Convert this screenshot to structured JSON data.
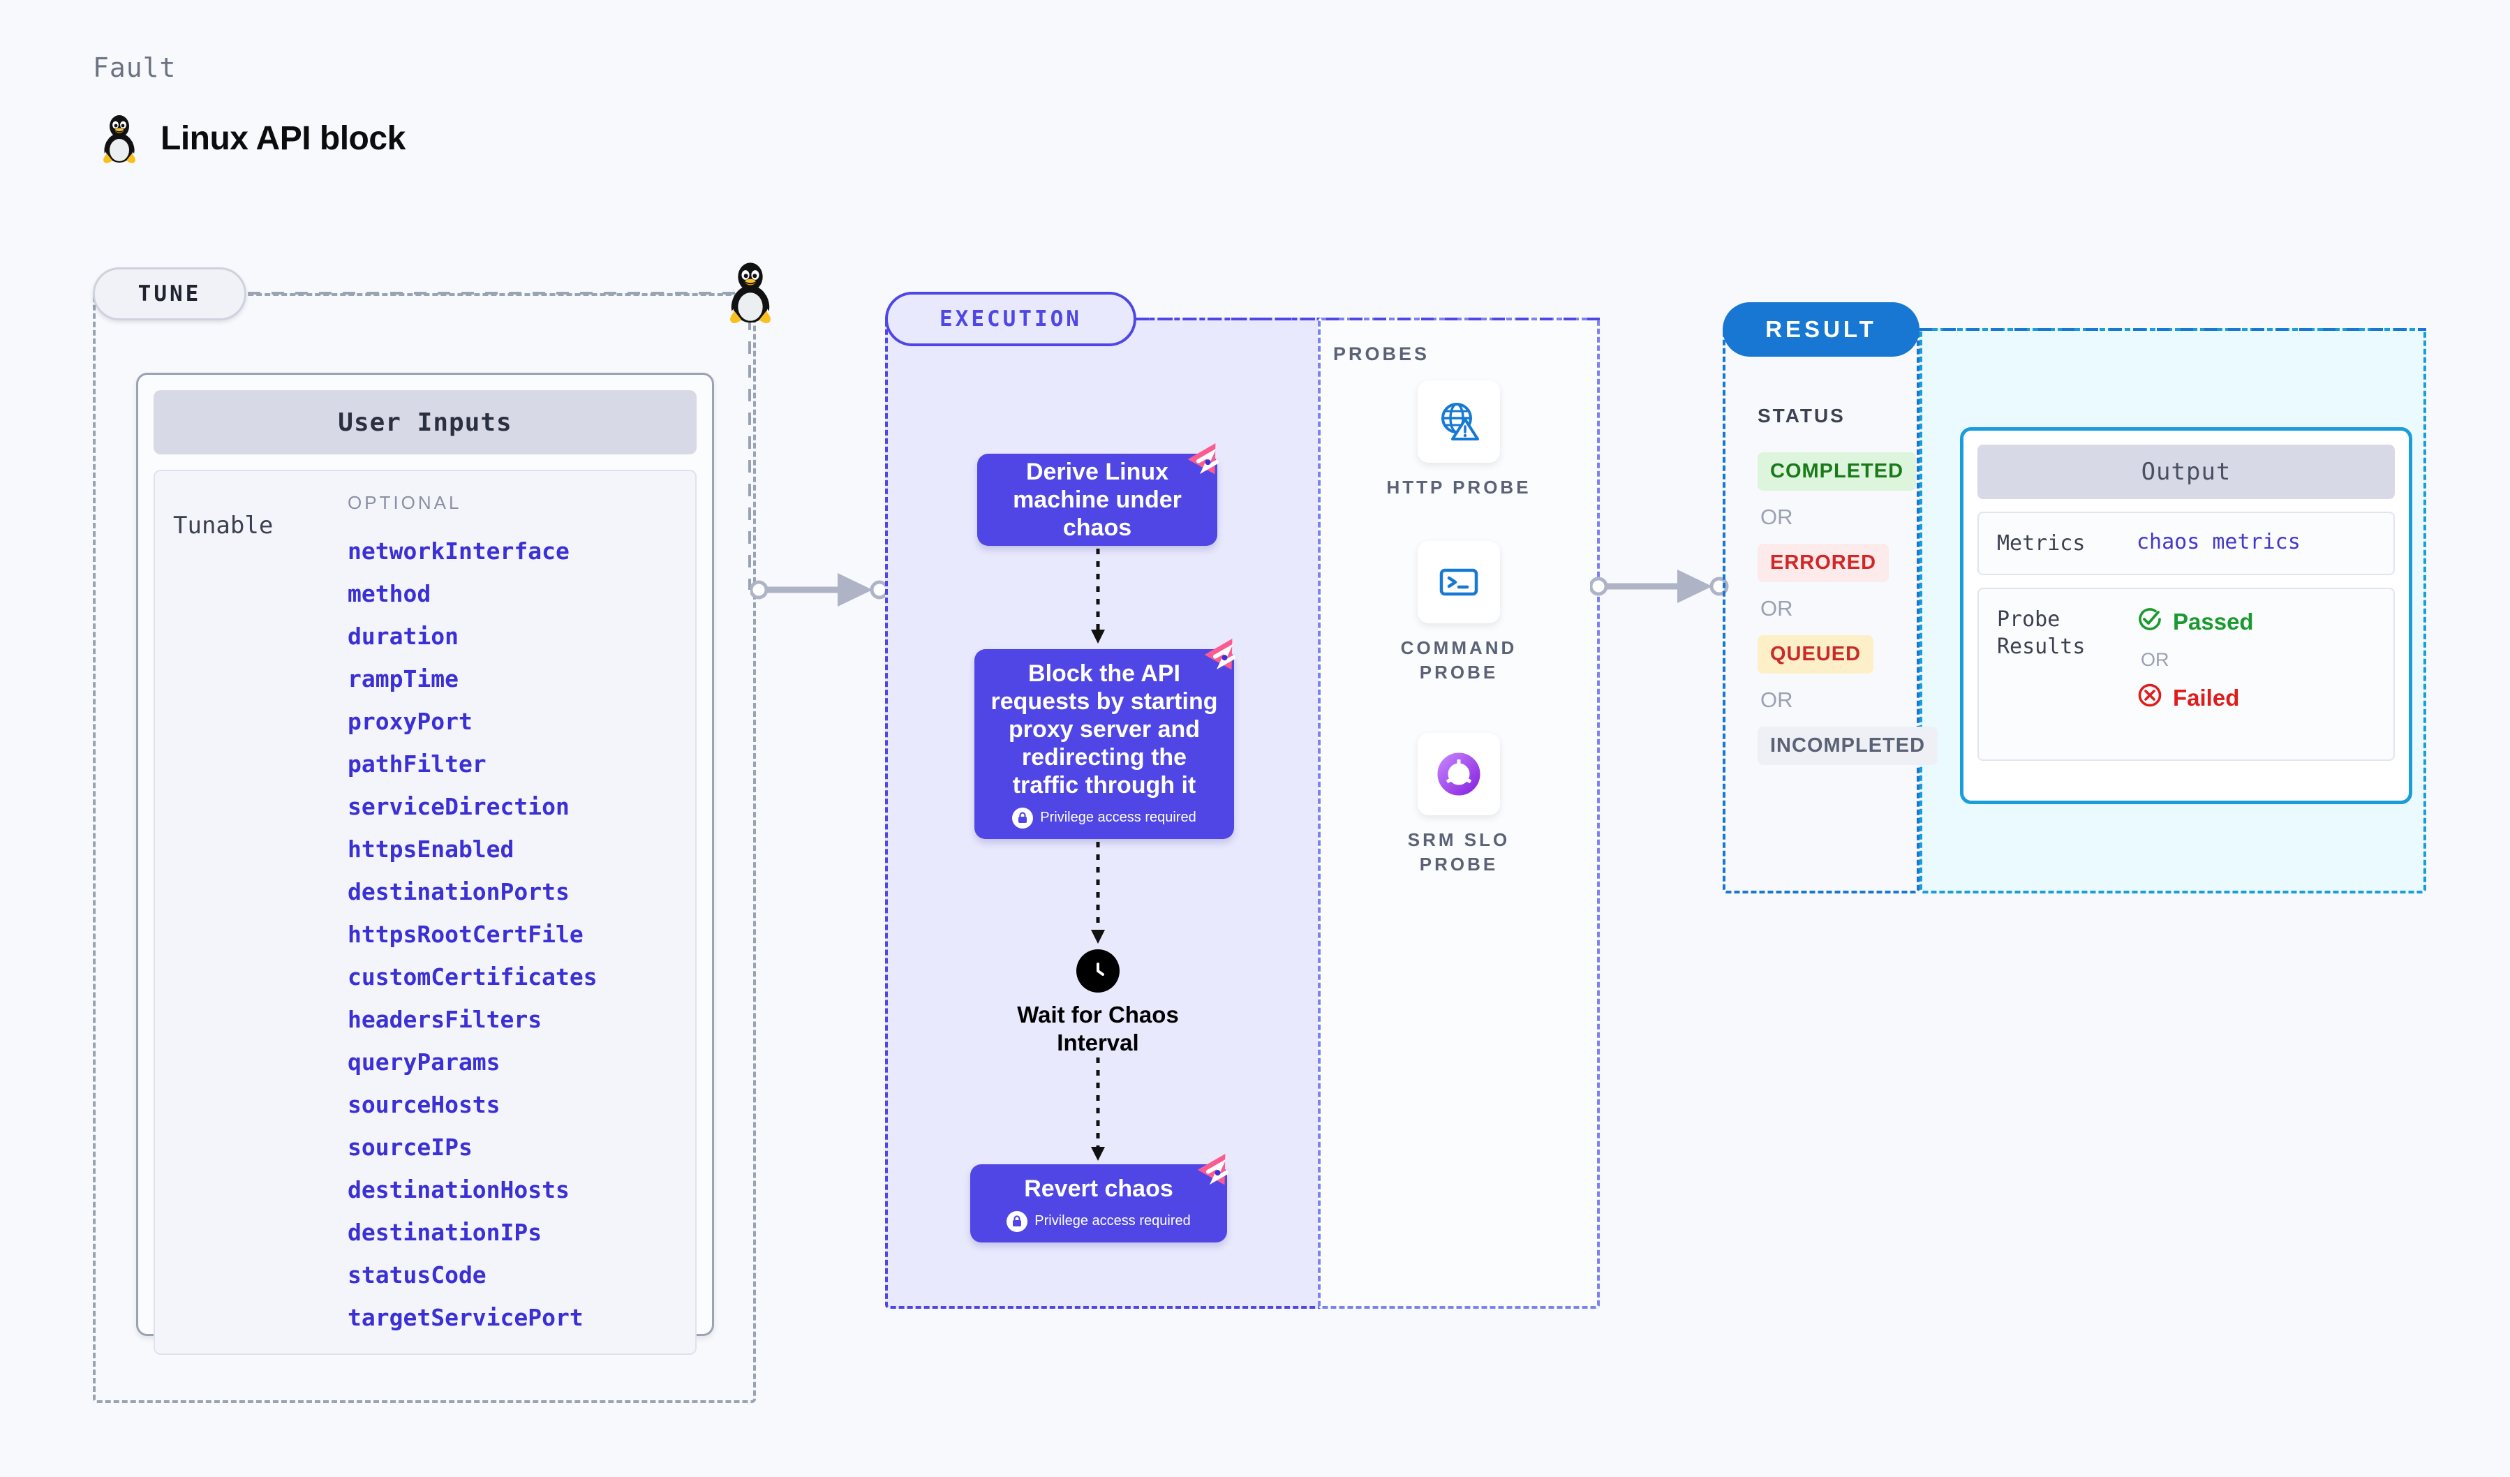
{
  "header": {
    "fault_label": "Fault",
    "title": "Linux API block",
    "icon": "linux-tux-icon"
  },
  "tune": {
    "pill_label": "TUNE",
    "card_title": "User Inputs",
    "tunable_label": "Tunable",
    "optional_label": "OPTIONAL",
    "tunables": [
      "networkInterface",
      "method",
      "duration",
      "rampTime",
      "proxyPort",
      "pathFilter",
      "serviceDirection",
      "httpsEnabled",
      "destinationPorts",
      "httpsRootCertFile",
      "customCertificates",
      "headersFilters",
      "queryParams",
      "sourceHosts",
      "sourceIPs",
      "destinationHosts",
      "destinationIPs",
      "statusCode",
      "targetServicePort"
    ]
  },
  "execution": {
    "pill_label": "EXECUTION",
    "nodes": [
      {
        "text": "Derive Linux machine under chaos",
        "privilege": null
      },
      {
        "text": "Block the API requests by starting proxy server and redirecting the traffic through it",
        "privilege": "Privilege access required"
      },
      {
        "text": "Revert chaos",
        "privilege": "Privilege access required"
      }
    ],
    "wait_node": {
      "label": "Wait for Chaos Interval",
      "icon": "clock-icon"
    }
  },
  "probes": {
    "title": "PROBES",
    "items": [
      {
        "label": "HTTP PROBE",
        "icon": "globe-warning-icon"
      },
      {
        "label": "COMMAND PROBE",
        "icon": "terminal-icon"
      },
      {
        "label": "SRM SLO PROBE",
        "icon": "slo-donut-icon"
      }
    ]
  },
  "result": {
    "pill_label": "RESULT",
    "status_title": "STATUS",
    "or_label": "OR",
    "statuses": [
      {
        "label": "COMPLETED",
        "style": "completed"
      },
      {
        "label": "ERRORED",
        "style": "errored"
      },
      {
        "label": "QUEUED",
        "style": "queued"
      },
      {
        "label": "INCOMPLETED",
        "style": "incompleted"
      }
    ],
    "output": {
      "title": "Output",
      "metrics_key": "Metrics",
      "metrics_value": "chaos metrics",
      "probe_results_key": "Probe Results",
      "passed_label": "Passed",
      "failed_label": "Failed",
      "or_label": "OR"
    }
  },
  "colors": {
    "violet": "#4f46e5",
    "blue": "#1777d2",
    "cyan": "#1a9dd9",
    "pink": "#fb5c8f",
    "green": "#1a9a2e",
    "red": "#e01b1b"
  }
}
